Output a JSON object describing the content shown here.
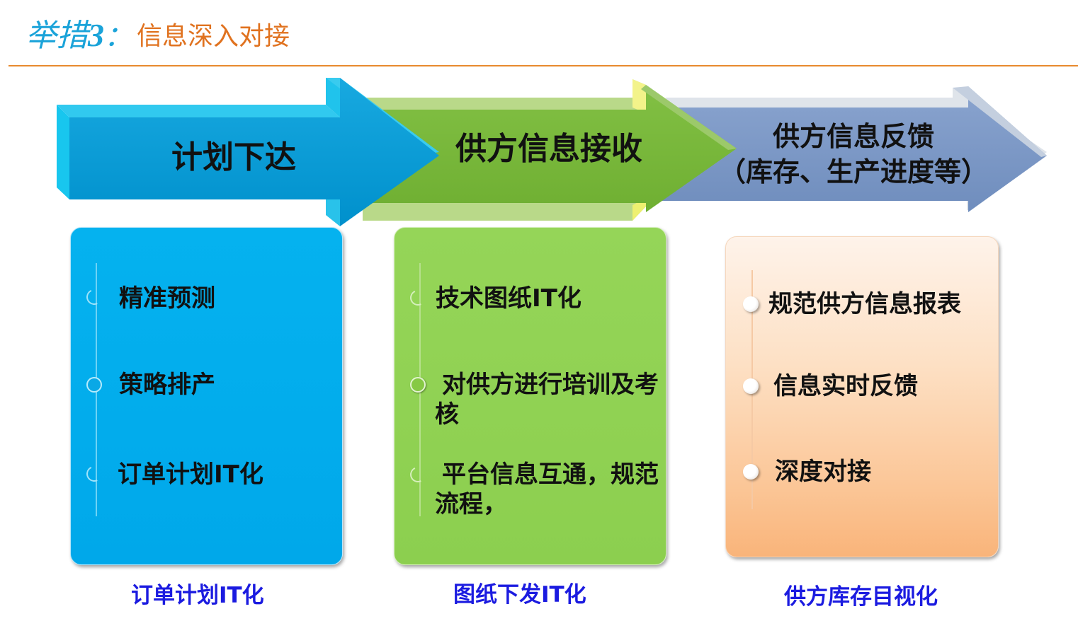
{
  "header": {
    "prefix": "举措",
    "number": "3",
    "colon": "：",
    "title": "信息深入对接"
  },
  "arrows": [
    {
      "label": "计划下达",
      "color": "#0098d3"
    },
    {
      "label": "供方信息接收",
      "color": "#79b93c"
    },
    {
      "label_line1": "供方信息反馈",
      "label_line2": "（库存、生产进度等）",
      "color": "#7795c4"
    }
  ],
  "cards": [
    {
      "items": [
        "精准预测",
        "策略排产",
        "订单计划IT化"
      ],
      "caption": "订单计划IT化",
      "color": "#00aeef"
    },
    {
      "items": [
        "技术图纸IT化",
        "对供方进行培训及考核",
        "平台信息互通，规范流程，"
      ],
      "caption": "图纸下发IT化",
      "color": "#92d050"
    },
    {
      "items": [
        "规范供方信息报表",
        "信息实时反馈",
        "深度对接"
      ],
      "caption": "供方库存目视化",
      "color": "#fbc090"
    }
  ]
}
